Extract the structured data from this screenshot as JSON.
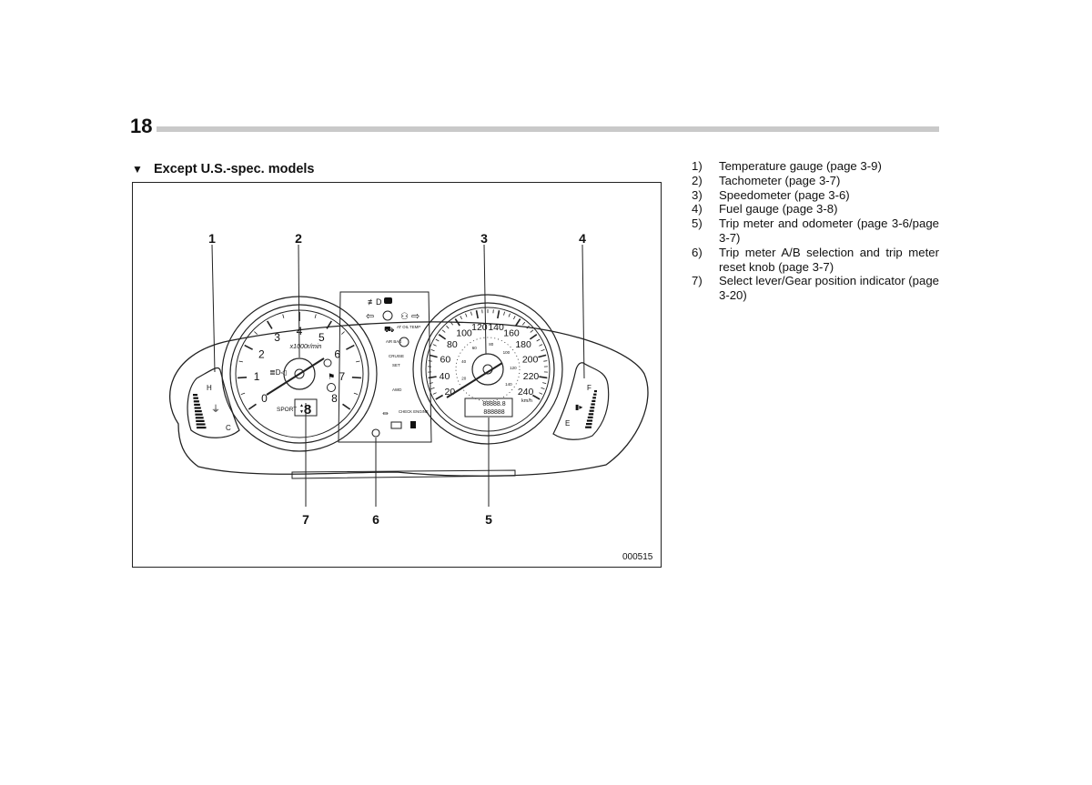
{
  "page": {
    "number": "18"
  },
  "section": {
    "heading": "Except U.S.-spec. models"
  },
  "figure": {
    "id": "000515",
    "callouts": [
      "1",
      "2",
      "3",
      "4",
      "7",
      "6",
      "5"
    ],
    "tachometer": {
      "unit": "x1000r/min",
      "ticks": [
        "0",
        "1",
        "2",
        "3",
        "4",
        "5",
        "6",
        "7",
        "8"
      ],
      "mode_label": "SPORT",
      "gear_display": "8"
    },
    "speedometer": {
      "unit": "km/h",
      "ticks": [
        "20",
        "40",
        "60",
        "80",
        "100",
        "120",
        "140",
        "160",
        "180",
        "200",
        "220",
        "240"
      ],
      "inner_ticks": [
        "20",
        "40",
        "60",
        "80",
        "100",
        "120",
        "140"
      ],
      "odometer_display": "88888.8",
      "trip_display": "888888"
    },
    "temperature_gauge": {
      "hot": "H",
      "cold": "C"
    },
    "fuel_gauge": {
      "full": "F",
      "empty": "E"
    },
    "warning_labels": {
      "airbag": "AIR BAG",
      "at_oil_temp": "AT OIL TEMP",
      "cruise": "CRUISE",
      "set": "SET",
      "awd": "AWD",
      "check_engine": "CHECK ENGINE"
    }
  },
  "legend": [
    {
      "num": "1)",
      "text": "Temperature gauge (page 3-9)"
    },
    {
      "num": "2)",
      "text": "Tachometer (page 3-7)"
    },
    {
      "num": "3)",
      "text": "Speedometer (page 3-6)"
    },
    {
      "num": "4)",
      "text": "Fuel gauge (page 3-8)"
    },
    {
      "num": "5)",
      "text": "Trip meter and odometer (page 3-6/page 3-7)"
    },
    {
      "num": "6)",
      "text": "Trip meter A/B selection and trip meter reset knob (page 3-7)"
    },
    {
      "num": "7)",
      "text": "Select lever/Gear position indicator (page 3-20)"
    }
  ]
}
